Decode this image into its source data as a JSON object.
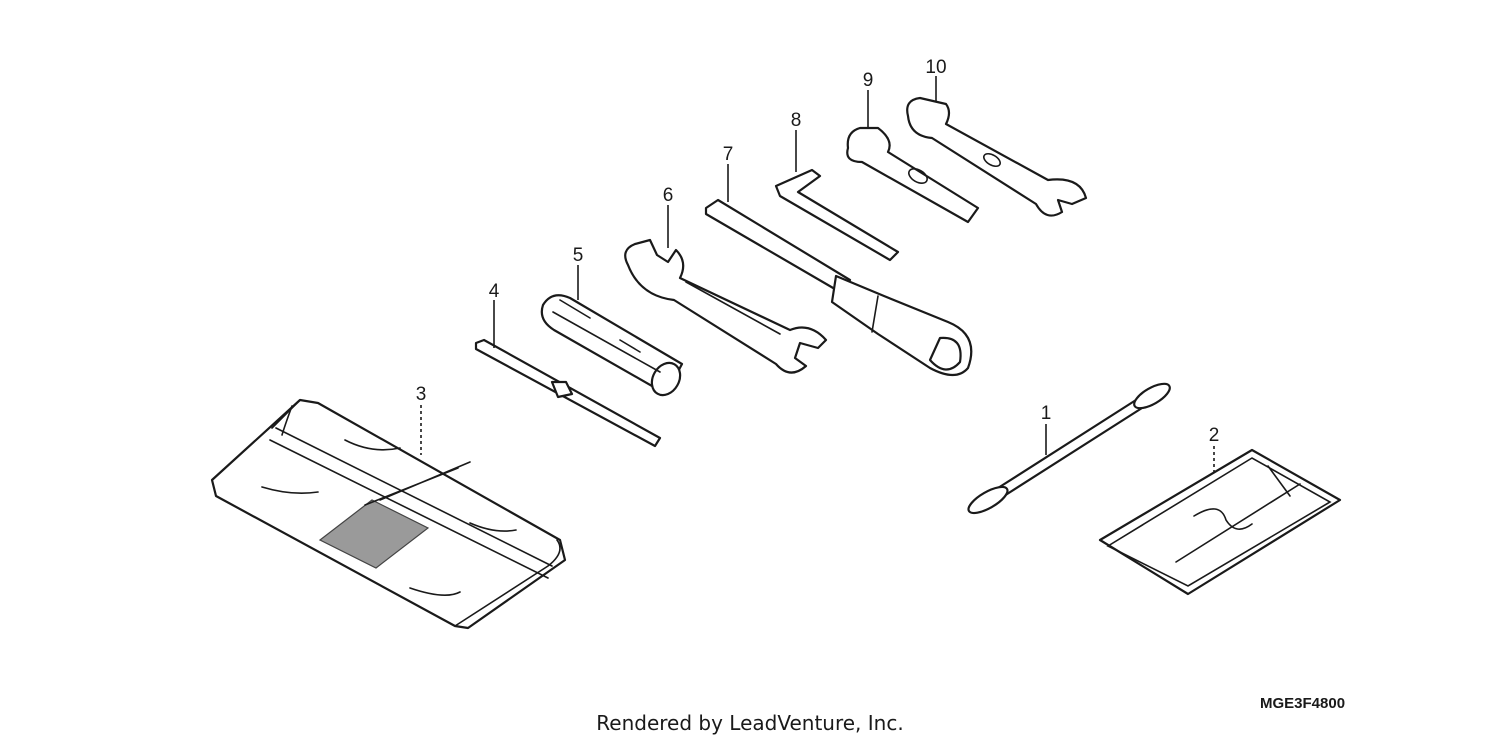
{
  "diagram": {
    "callouts": [
      "1",
      "2",
      "3",
      "4",
      "5",
      "6",
      "7",
      "8",
      "9",
      "10"
    ],
    "code": "MGE3F4800",
    "credit": "Rendered by LeadVenture, Inc."
  },
  "colors": {
    "line": "#1a1a1a",
    "background": "#ffffff"
  }
}
